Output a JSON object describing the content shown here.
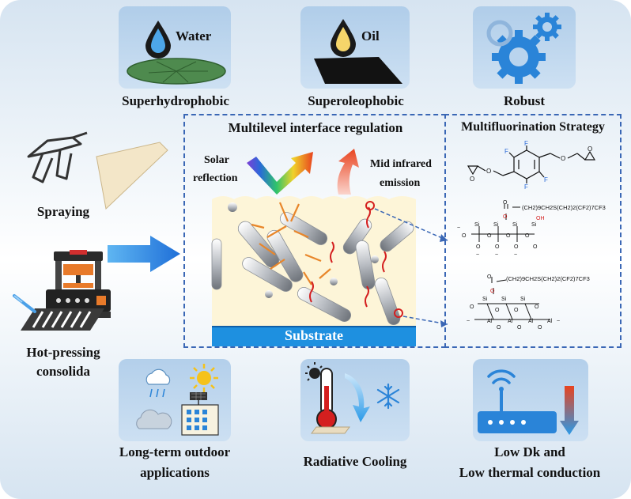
{
  "top": {
    "water_tag": "Water",
    "oil_tag": "Oil",
    "superhydrophobic": "Superhydrophobic",
    "superoleophobic": "Superoleophobic",
    "robust": "Robust"
  },
  "left": {
    "spraying": "Spraying",
    "hot_pressing_line1": "Hot-pressing",
    "hot_pressing_line2": "consolida"
  },
  "center": {
    "title": "Multilevel interface regulation",
    "solar_line1": "Solar",
    "solar_line2": "reflection",
    "mid_ir_line1": "Mid infrared",
    "mid_ir_line2": "emission",
    "substrate": "Substrate"
  },
  "right": {
    "title": "Multifluorination Strategy",
    "chain1": "(CH2)9CH2S(CH2)2(CF2)7CF3",
    "chain2": "(CH2)9CH2S(CH2)2(CF2)7CF3",
    "f_atom": "F",
    "o_atom": "O",
    "si_atom": "Si",
    "al_atom": "Al",
    "oh_group": "OH"
  },
  "bottom": {
    "outdoor_line1": "Long-term outdoor",
    "outdoor_line2": "applications",
    "radiative": "Radiative Cooling",
    "lowdk_line1": "Low Dk and",
    "lowdk_line2": "Low thermal conduction"
  },
  "colors": {
    "tile": "#b9d4ee",
    "dash": "#3a67b5",
    "substrate": "#1e90e0",
    "coating": "#fdf5d8",
    "arrow_blue": "#1f7fe0",
    "red": "#d41f1f",
    "orange": "#e8862a"
  }
}
